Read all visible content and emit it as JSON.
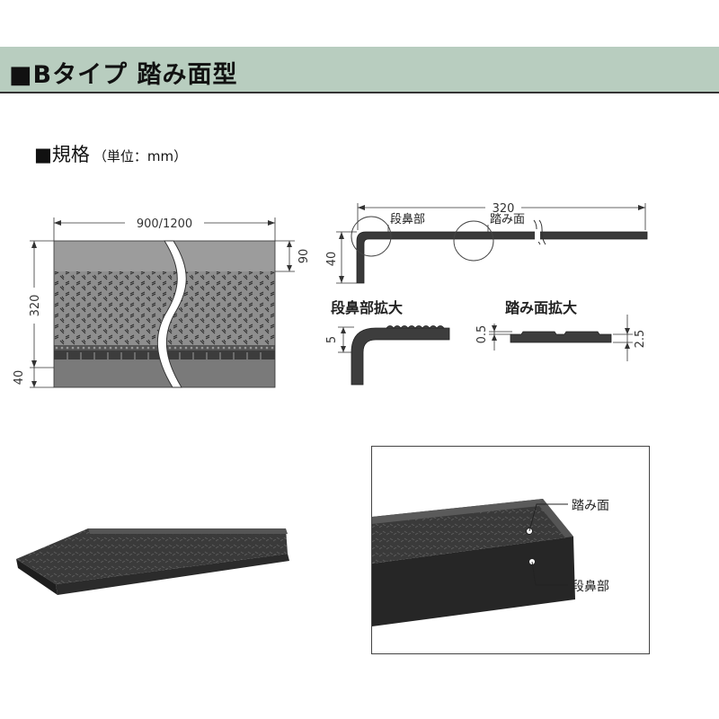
{
  "header": {
    "title": "■Bタイプ 踏み面型"
  },
  "section": {
    "title": "■規格",
    "unit": "（単位：mm）"
  },
  "front_view": {
    "width_label": "900/1200",
    "height_label": "320",
    "top_band_label": "90",
    "bottom_band_label": "40"
  },
  "side_view": {
    "length_label": "320",
    "height_label": "40",
    "nosing_label": "段鼻部",
    "tread_label": "踏み面"
  },
  "nosing_detail": {
    "title": "段鼻部拡大",
    "dim_label": "5"
  },
  "tread_detail": {
    "title": "踏み面拡大",
    "dim_small": "0.5",
    "dim_large": "2.5"
  },
  "photo_callouts": {
    "tread": "踏み面",
    "nosing": "段鼻部"
  },
  "colors": {
    "header_bg": "#b8cdbf",
    "product": "#2a2a2a",
    "pattern_bg": "#8e8e8e"
  }
}
